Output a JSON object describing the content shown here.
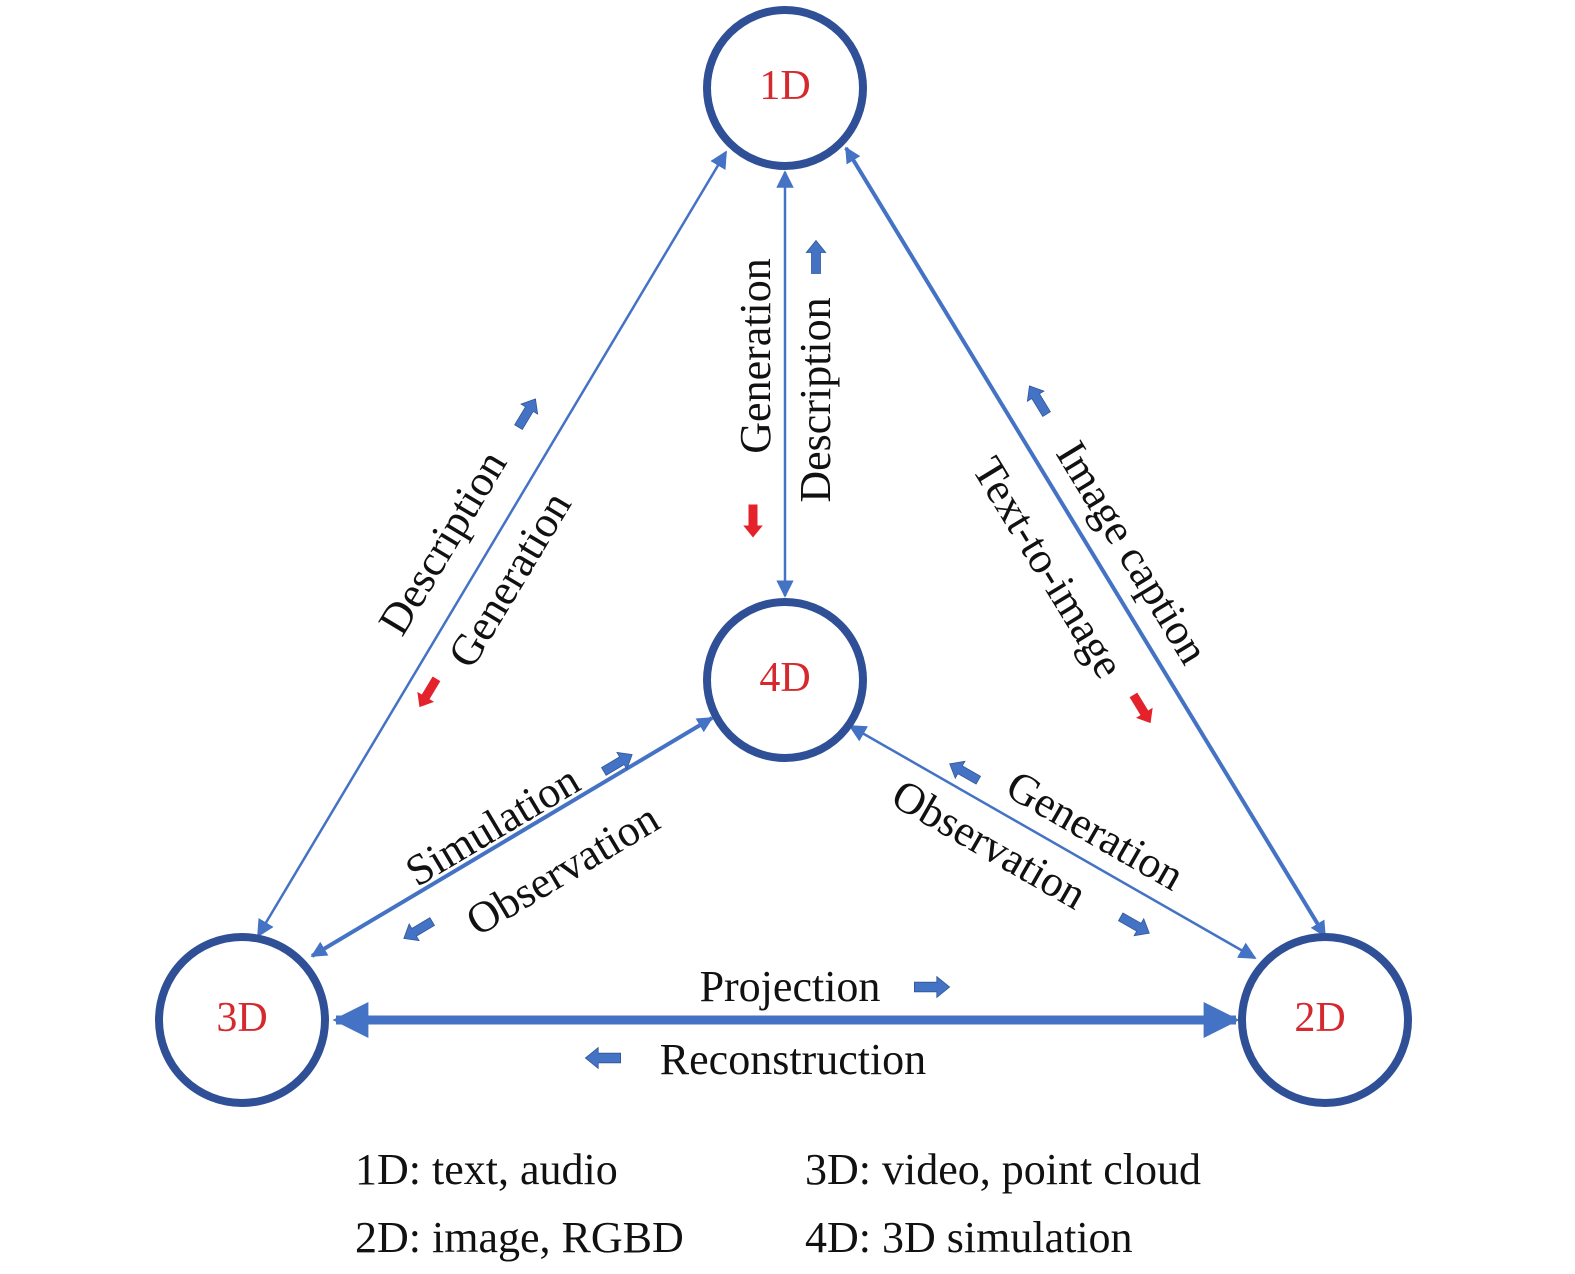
{
  "nodes": {
    "n1d": {
      "label": "1D"
    },
    "n2d": {
      "label": "2D"
    },
    "n3d": {
      "label": "3D"
    },
    "n4d": {
      "label": "4D"
    }
  },
  "edges": {
    "e1d_4d": {
      "label_a": "Generation",
      "label_b": "Description",
      "a_dir": "down (red)",
      "b_dir": "up (blue)"
    },
    "e1d_3d": {
      "label_a": "Description",
      "label_b": "Generation",
      "a_dir": "toward 1D (blue)",
      "b_dir": "toward 3D (red)"
    },
    "e1d_2d": {
      "label_a": "Image caption",
      "label_b": "Text-to-image",
      "a_dir": "toward 1D (blue)",
      "b_dir": "toward 2D (red)"
    },
    "e3d_4d": {
      "label_a": "Simulation",
      "label_b": "Observation",
      "a_dir": "toward 4D (blue)",
      "b_dir": "toward 3D (blue)"
    },
    "e2d_4d": {
      "label_a": "Generation",
      "label_b": "Observation",
      "a_dir": "toward 4D (blue)",
      "b_dir": "toward 2D (blue)"
    },
    "e3d_2d": {
      "label_a": "Projection",
      "label_b": "Reconstruction",
      "a_dir": "toward 2D (blue)",
      "b_dir": "toward 3D (blue)"
    }
  },
  "legend": {
    "item_1d": "1D: text, audio",
    "item_2d": "2D: image, RGBD",
    "item_3d": "3D: video, point cloud",
    "item_4d": "4D: 3D simulation"
  },
  "colors": {
    "node_ring": "#2f4f96",
    "node_text": "#d42a2f",
    "edge": "#4472c4",
    "forward_arrow": "#4472c4",
    "reverse_arrow": "#e3222b"
  }
}
